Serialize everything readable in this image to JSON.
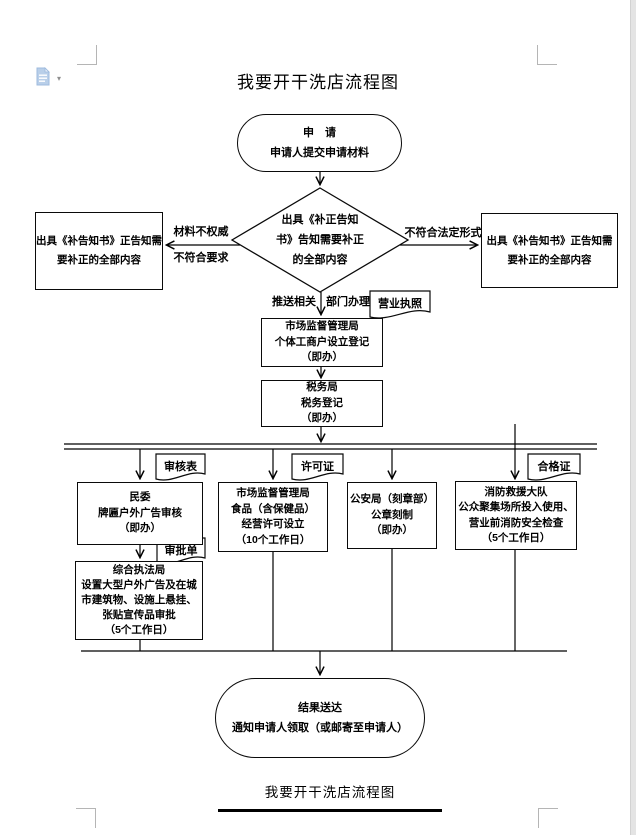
{
  "title": "我要开干洗店流程图",
  "caption": "我要开干洗店流程图",
  "glyphs": {
    "dropdown_caret": "▾"
  },
  "colors": {
    "line": "#000000",
    "crop_mark": "#b5b5b5",
    "paste_icon_blue": "#b9cfe9",
    "window_strip": "#e4e4e4"
  },
  "flowchart": {
    "start": {
      "lines": [
        "申　请",
        "申请人提交申请材料"
      ]
    },
    "decision": {
      "lines": [
        "出具《补正告知",
        "书》告知需要补正",
        "的全部内容"
      ]
    },
    "left_branch": {
      "label_top": "材料不权威",
      "label_bottom": "不符合要求",
      "box_lines": [
        "出具《补告知书》正告知需",
        "要补正的全部内容"
      ]
    },
    "right_branch": {
      "label": "不符合法定形式",
      "box_lines": [
        "出具《补告知书》正告知需",
        "要补正的全部内容"
      ]
    },
    "push_labels": {
      "left": "推送相关",
      "right": "部门办理"
    },
    "docs": {
      "business_license": "营业执照",
      "review_form": "审核表",
      "permit": "许可证",
      "certificate": "合格证",
      "approval_slip": "审批单"
    },
    "market_box": {
      "lines": [
        "市场监督管理局",
        "个体工商户设立登记",
        "（即办）"
      ]
    },
    "tax_box": {
      "lines": [
        "税务局",
        "税务登记",
        "（即办）"
      ]
    },
    "minwei_box": {
      "lines": [
        "民委",
        "牌匾户外广告审核",
        "（即办）"
      ]
    },
    "food_box": {
      "lines": [
        "市场监督管理局",
        "食品（含保健品）",
        "经营许可设立",
        "（10个工作日）"
      ]
    },
    "police_box": {
      "lines": [
        "公安局（刻章部）",
        "公章刻制",
        "（即办）"
      ]
    },
    "fire_box": {
      "lines": [
        "消防救援大队",
        "公众聚集场所投入使用、",
        "营业前消防安全检查",
        "（5个工作日）"
      ]
    },
    "enforcement_box": {
      "lines": [
        "综合执法局",
        "设置大型户外广告及在城",
        "市建筑物、设施上悬挂、",
        "张贴宣传品审批",
        "（5个工作日）"
      ]
    },
    "end": {
      "lines": [
        "结果送达",
        "通知申请人领取（或邮寄至申请人）"
      ]
    }
  }
}
